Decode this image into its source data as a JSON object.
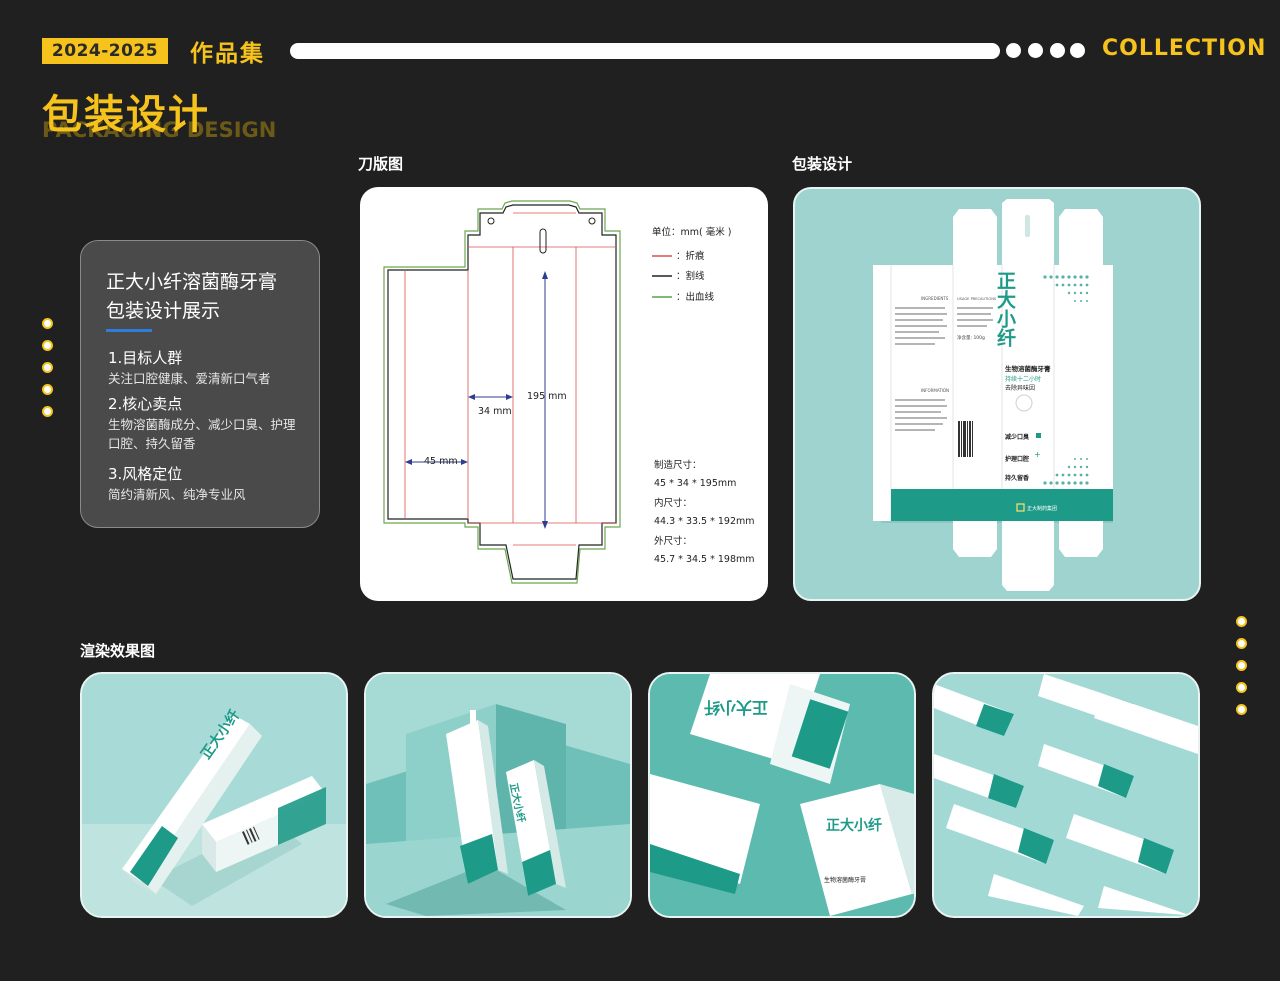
{
  "header": {
    "year": "2024-2025",
    "portfolio": "作品集",
    "collection": "COLLECTION",
    "section_title": "包装设计",
    "section_subtitle": "PACKAGING DESIGN"
  },
  "info_card": {
    "title_line1": "正大小纤溶菌酶牙膏",
    "title_line2": "包装设计展示",
    "items": [
      {
        "heading": "1.目标人群",
        "text": "关注口腔健康、爱清新口气者"
      },
      {
        "heading": "2.核心卖点",
        "text": "生物溶菌酶成分、减少口臭、护理口腔、持久留香"
      },
      {
        "heading": "3.风格定位",
        "text": "简约清新风、纯净专业风"
      }
    ]
  },
  "labels": {
    "dieline": "刀版图",
    "packaging": "包装设计",
    "renders": "渲染效果图"
  },
  "dieline": {
    "unit": "单位：mm( 毫米 )",
    "legend": [
      {
        "label": "：折痕",
        "color": "#d9534f"
      },
      {
        "label": "：割线",
        "color": "#222222"
      },
      {
        "label": "：出血线",
        "color": "#5aa04a"
      }
    ],
    "dim_195": "195 mm",
    "dim_34": "34 mm",
    "dim_45": "45 mm",
    "make_size_label": "制造尺寸：",
    "make_size": "45 * 34 * 195mm",
    "inner_size_label": "内尺寸：",
    "inner_size": "44.3 * 33.5 * 192mm",
    "outer_size_label": "外尺寸：",
    "outer_size": "45.7 * 34.5 * 198mm"
  },
  "pack": {
    "brand": "正大小纤",
    "product": "生物溶菌酶牙膏",
    "claim": "持续十二小时",
    "claim2": "去除异味因",
    "feat1": "减少口臭",
    "feat2": "护理口腔",
    "feat3": "持久留香",
    "company": "正大制药集团",
    "ingredients": "INGREDIENTS",
    "information": "INFORMATION",
    "precautions": "USAGE PRECAUTIONS",
    "net": "净含量: 100g"
  },
  "colors": {
    "accent_yellow": "#f6c21c",
    "brand_teal": "#1d9a88",
    "background": "#202020"
  }
}
